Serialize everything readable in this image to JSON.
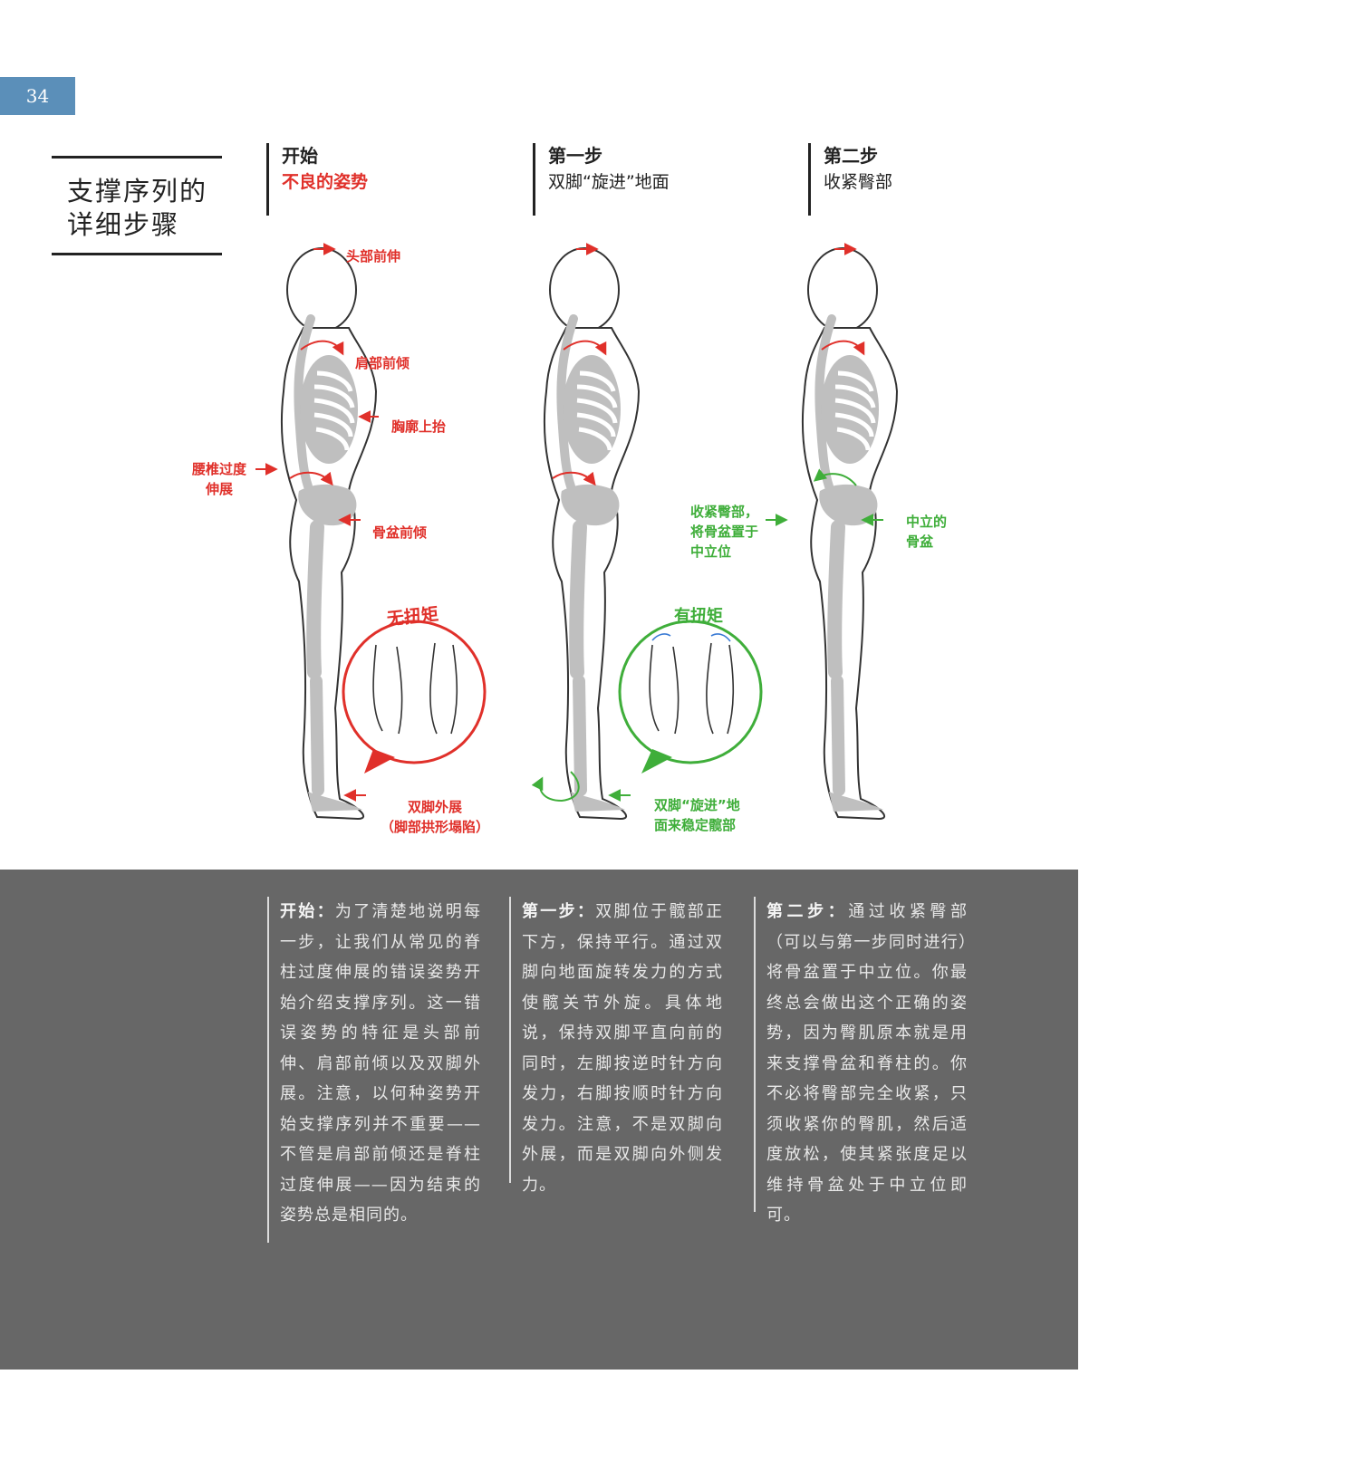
{
  "page": {
    "number": "34",
    "section_title_line1": "支撑序列的",
    "section_title_line2": "详细步骤"
  },
  "steps": [
    {
      "title": "开始",
      "subtitle": "不良的姿势"
    },
    {
      "title": "第一步",
      "subtitle": "双脚“旋进”地面"
    },
    {
      "title": "第二步",
      "subtitle": "收紧臀部"
    }
  ],
  "figure_labels": {
    "head_forward": "头部前伸",
    "shoulder_forward": "肩部前倾",
    "ribcage_up": "胸廓上抬",
    "lumbar_line1": "腰椎过度",
    "lumbar_line2": "伸展",
    "pelvis_tilt": "骨盆前倾",
    "no_torque": "无扭矩",
    "feet_out_line1": "双脚外展",
    "feet_out_line2": "（脚部拱形塌陷）",
    "torque": "有扭矩",
    "screw_line1": "双脚“旋进”地",
    "screw_line2": "面来稳定髋部",
    "glute_line1": "收紧臀部，",
    "glute_line2": "将骨盆置于",
    "glute_line3": "中立位",
    "neutral_line1": "中立的",
    "neutral_line2": "骨盆"
  },
  "descriptions": [
    {
      "lead": "开始：",
      "text": "为了清楚地说明每一步，让我们从常见的脊柱过度伸展的错误姿势开始介绍支撑序列。这一错误姿势的特征是头部前伸、肩部前倾以及双脚外展。注意，以何种姿势开始支撑序列并不重要——不管是肩部前倾还是脊柱过度伸展——因为结束的姿势总是相同的。"
    },
    {
      "lead": "第一步：",
      "text": "双脚位于髋部正下方，保持平行。通过双脚向地面旋转发力的方式使髋关节外旋。具体地说，保持双脚平直向前的同时，左脚按逆时针方向发力，右脚按顺时针方向发力。注意，不是双脚向外展，而是双脚向外侧发力。"
    },
    {
      "lead": "第二步：",
      "text": "通过收紧臀部（可以与第一步同时进行）将骨盆置于中立位。你最终总会做出这个正确的姿势，因为臀肌原本就是用来支撑骨盆和脊柱的。你不必将臀部完全收紧，只须收紧你的臀肌，然后适度放松，使其紧张度足以维持骨盆处于中立位即可。"
    }
  ],
  "colors": {
    "accent_red": "#e0302a",
    "accent_green": "#3fae3a",
    "page_tab_blue": "#5b8fb9",
    "panel_gray": "#676767",
    "skeleton_gray": "#bfbfbf"
  }
}
